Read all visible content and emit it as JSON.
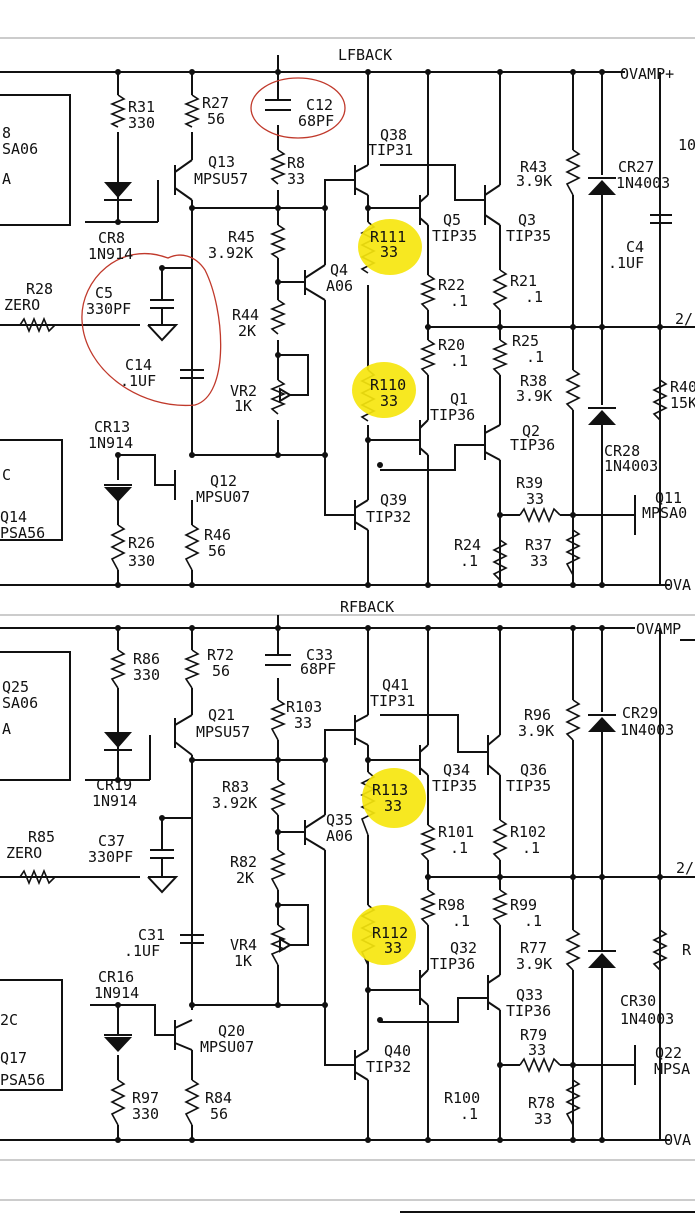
{
  "page": {
    "label": "Audio amplifier power stage schematic (scanned)"
  },
  "colors": {
    "ink": "#111111",
    "highlight": "#f6e60e",
    "annotation": "#c0392b",
    "paper": "#ffffff"
  },
  "sections": {
    "top": {
      "title": "LFBACK",
      "rail_pos": "OVAMP+",
      "rail_neg": "OVA",
      "components": [
        {
          "ref": "R31",
          "value": "330"
        },
        {
          "ref": "R27",
          "value": "56"
        },
        {
          "ref": "C12",
          "value": "68PF"
        },
        {
          "ref": "Q38",
          "value": "TIP31"
        },
        {
          "ref": "R43",
          "value": "3.9K"
        },
        {
          "ref": "CR27",
          "value": "1N4003"
        },
        {
          "ref": "Q13",
          "value": "MPSU57"
        },
        {
          "ref": "R8",
          "value": "33"
        },
        {
          "ref": "CR8",
          "value": "1N914"
        },
        {
          "ref": "R111",
          "value": "33"
        },
        {
          "ref": "Q5",
          "value": "TIP35"
        },
        {
          "ref": "Q3",
          "value": "TIP35"
        },
        {
          "ref": "R45",
          "value": "3.92K"
        },
        {
          "ref": "C4",
          "value": ".1UF"
        },
        {
          "ref": "Q4",
          "value": "A06"
        },
        {
          "ref": "R28",
          "value": "ZERO"
        },
        {
          "ref": "C5",
          "value": "330PF"
        },
        {
          "ref": "R22",
          "value": ".1"
        },
        {
          "ref": "R21",
          "value": ".1"
        },
        {
          "ref": "R44",
          "value": "2K"
        },
        {
          "ref": "R20",
          "value": ".1"
        },
        {
          "ref": "R25",
          "value": ".1"
        },
        {
          "ref": "C14",
          "value": ".1UF"
        },
        {
          "ref": "R38",
          "value": "3.9K"
        },
        {
          "ref": "R110",
          "value": "33"
        },
        {
          "ref": "VR2",
          "value": "1K"
        },
        {
          "ref": "Q1",
          "value": "TIP36"
        },
        {
          "ref": "Q2",
          "value": "TIP36"
        },
        {
          "ref": "CR13",
          "value": "1N914"
        },
        {
          "ref": "CR28",
          "value": "1N4003"
        },
        {
          "ref": "Q12",
          "value": "MPSU07"
        },
        {
          "ref": "R39",
          "value": "33"
        },
        {
          "ref": "Q11",
          "value": "MPSA0"
        },
        {
          "ref": "Q39",
          "value": "TIP32"
        },
        {
          "ref": "R46",
          "value": "56"
        },
        {
          "ref": "R26",
          "value": "330"
        },
        {
          "ref": "R24",
          "value": ".1"
        },
        {
          "ref": "R37",
          "value": "33"
        }
      ],
      "edge_fragments": [
        "8",
        "SA06",
        "A",
        "C",
        "Q14",
        "PSA56",
        "10",
        "R40",
        "15K",
        "2/"
      ]
    },
    "bottom": {
      "title": "RFBACK",
      "rail_pos": "OVAMP",
      "rail_neg": "OVA",
      "components": [
        {
          "ref": "R86",
          "value": "330"
        },
        {
          "ref": "R72",
          "value": "56"
        },
        {
          "ref": "C33",
          "value": "68PF"
        },
        {
          "ref": "Q41",
          "value": "TIP31"
        },
        {
          "ref": "R96",
          "value": "3.9K"
        },
        {
          "ref": "CR29",
          "value": "1N4003"
        },
        {
          "ref": "Q21",
          "value": "MPSU57"
        },
        {
          "ref": "R103",
          "value": "33"
        },
        {
          "ref": "CR19",
          "value": "1N914"
        },
        {
          "ref": "R113",
          "value": "33"
        },
        {
          "ref": "Q34",
          "value": "TIP35"
        },
        {
          "ref": "Q36",
          "value": "TIP35"
        },
        {
          "ref": "R83",
          "value": "3.92K"
        },
        {
          "ref": "Q35",
          "value": "A06"
        },
        {
          "ref": "R85",
          "value": "ZERO"
        },
        {
          "ref": "C37",
          "value": "330PF"
        },
        {
          "ref": "R101",
          "value": ".1"
        },
        {
          "ref": "R102",
          "value": ".1"
        },
        {
          "ref": "R82",
          "value": "2K"
        },
        {
          "ref": "R98",
          "value": ".1"
        },
        {
          "ref": "R99",
          "value": ".1"
        },
        {
          "ref": "R112",
          "value": "33"
        },
        {
          "ref": "C31",
          "value": ".1UF"
        },
        {
          "ref": "VR4",
          "value": "1K"
        },
        {
          "ref": "Q32",
          "value": "TIP36"
        },
        {
          "ref": "R77",
          "value": "3.9K"
        },
        {
          "ref": "CR16",
          "value": "1N914"
        },
        {
          "ref": "Q33",
          "value": "TIP36"
        },
        {
          "ref": "CR30",
          "value": "1N4003"
        },
        {
          "ref": "Q20",
          "value": "MPSU07"
        },
        {
          "ref": "R79",
          "value": "33"
        },
        {
          "ref": "Q22",
          "value": "MPSA"
        },
        {
          "ref": "Q40",
          "value": "TIP32"
        },
        {
          "ref": "R97",
          "value": "330"
        },
        {
          "ref": "R84",
          "value": "56"
        },
        {
          "ref": "R100",
          "value": ".1"
        },
        {
          "ref": "R78",
          "value": "33"
        }
      ],
      "edge_fragments": [
        "Q25",
        "SA06",
        "A",
        "2C",
        "Q17",
        "PSA56",
        "2/",
        "R"
      ]
    }
  }
}
